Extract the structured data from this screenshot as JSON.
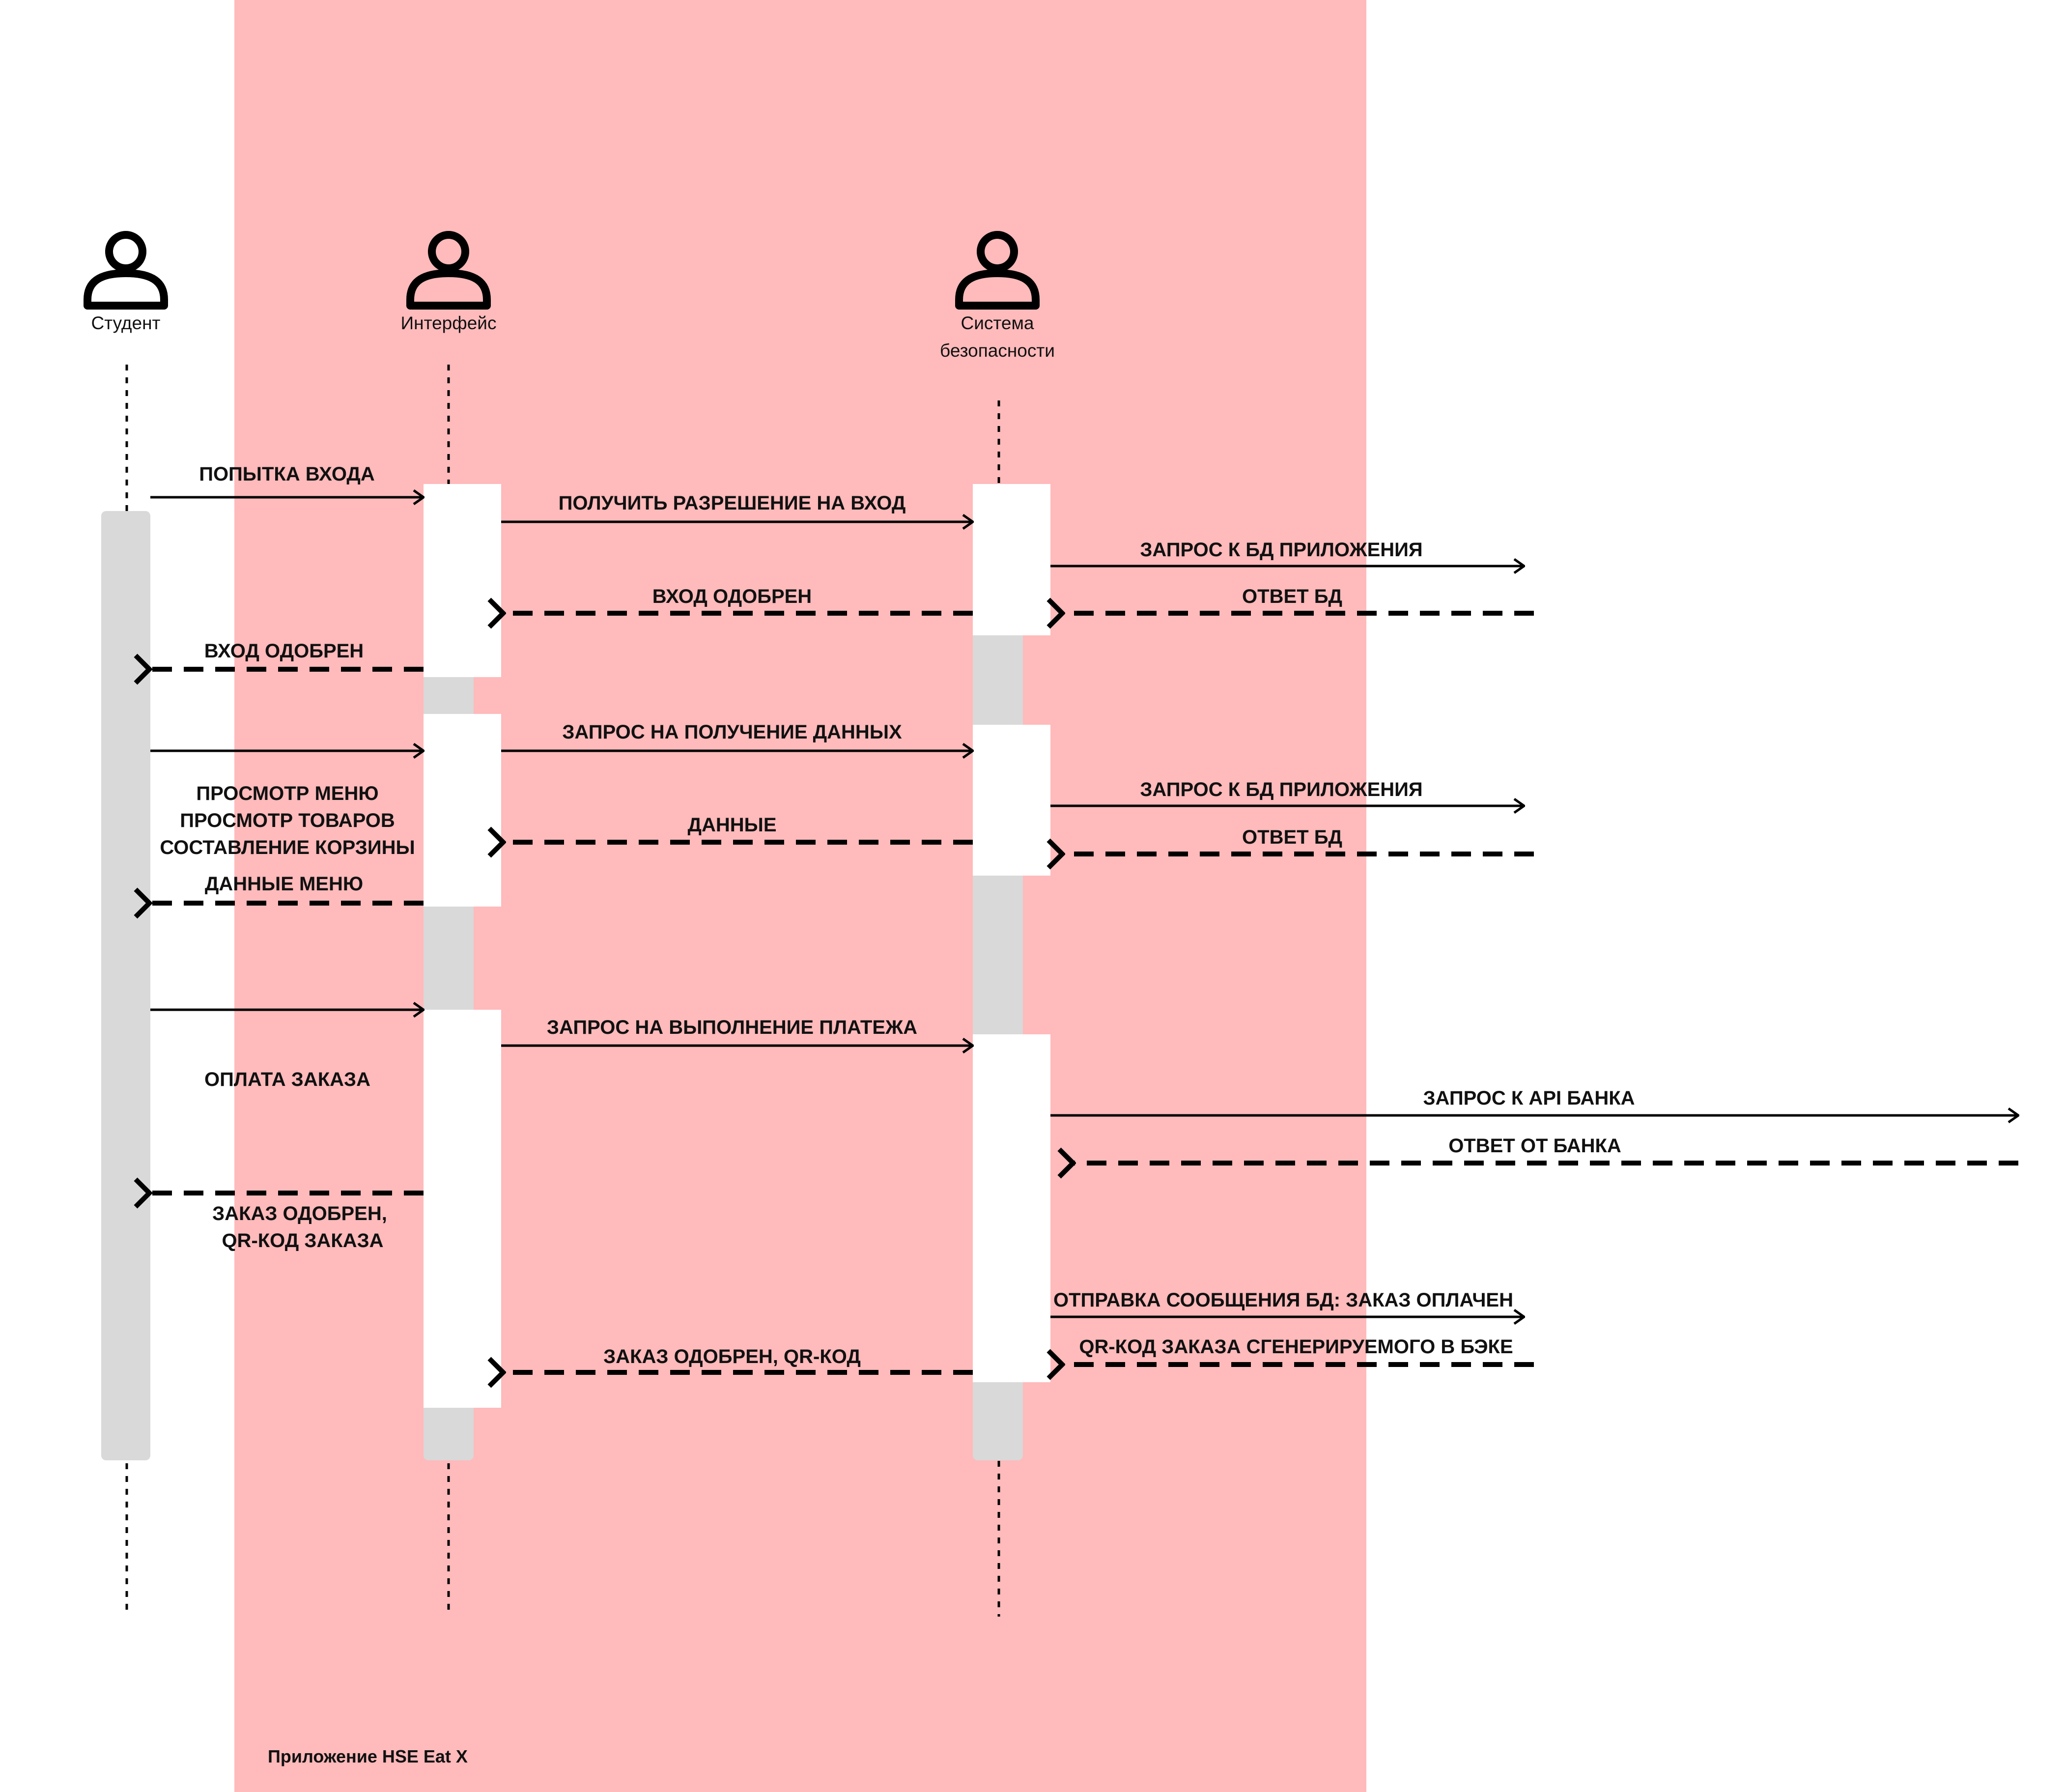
{
  "colors": {
    "region": "#ffbabb",
    "activation_gray": "#d9d9d9",
    "activation_white": "#ffffff",
    "line": "#000000"
  },
  "region": {
    "caption": "Приложение HSE Eat X"
  },
  "actors": [
    {
      "id": "student",
      "icon": "user-icon",
      "label_lines": [
        "Студент"
      ]
    },
    {
      "id": "interface",
      "icon": "user-icon",
      "label_lines": [
        "Интерфейс"
      ]
    },
    {
      "id": "security",
      "icon": "user-icon",
      "label_lines": [
        "Система",
        "безопасности"
      ]
    }
  ],
  "messages": {
    "login_attempt": "ПОПЫТКА ВХОДА",
    "get_permission": "ПОЛУЧИТЬ РАЗРЕШЕНИЕ НА ВХОД",
    "db_request_1": "ЗАПРОС К БД ПРИЛОЖЕНИЯ",
    "db_answer_1": "ОТВЕТ БД",
    "login_approved_sec": "ВХОД ОДОБРЕН",
    "login_approved_ui": "ВХОД ОДОБРЕН",
    "data_request": "ЗАПРОС НА ПОЛУЧЕНИЕ ДАННЫХ",
    "db_request_2": "ЗАПРОС К БД ПРИЛОЖЕНИЯ",
    "db_answer_2": "ОТВЕТ БД",
    "data": "ДАННЫЕ",
    "menu_data": "ДАННЫЕ МЕНЮ",
    "payment_request": "ЗАПРОС НА ВЫПОЛНЕНИЕ ПЛАТЕЖА",
    "bank_api_request": "ЗАПРОС К API БАНКА",
    "bank_answer": "ОТВЕТ ОТ БАНКА",
    "order_approved_lines": [
      "ЗАКАЗ ОДОБРЕН,",
      "QR-КОД ЗАКАЗА"
    ],
    "db_paid_message": "ОТПРАВКА СООБЩЕНИЯ БД: ЗАКАЗ ОПЛАЧЕН",
    "qr_backend": "QR-КОД ЗАКАЗА СГЕНЕРИРУЕМОГО В БЭКЕ",
    "order_approved_qr": "ЗАКАЗ ОДОБРЕН, QR-КОД"
  },
  "notes": {
    "browse_lines": [
      "ПРОСМОТР МЕНЮ",
      "ПРОСМОТР ТОВАРОВ",
      "СОСТАВЛЕНИЕ КОРЗИНЫ"
    ],
    "pay_order": "ОПЛАТА ЗАКАЗА"
  }
}
